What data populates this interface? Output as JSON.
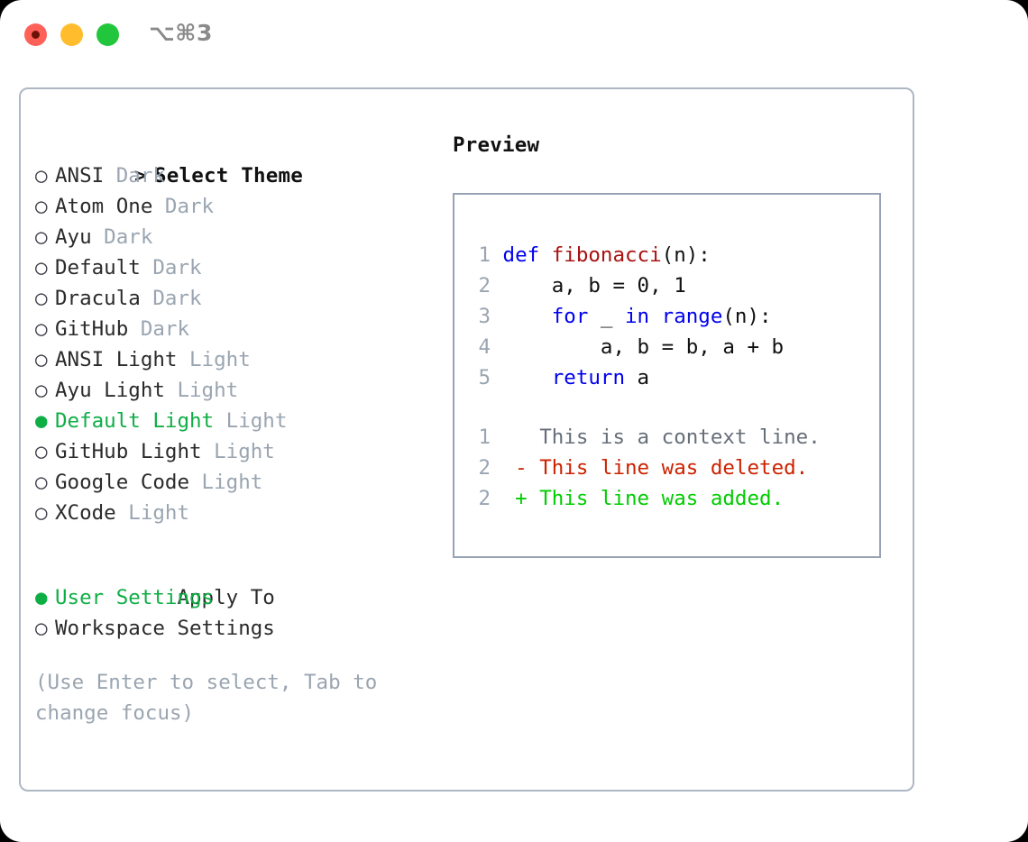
{
  "window": {
    "title": "⌥⌘3",
    "traffic_lights": [
      {
        "name": "close",
        "color": "#FF6159"
      },
      {
        "name": "minimize",
        "color": "#FFBD2E"
      },
      {
        "name": "maximize",
        "color": "#22C63C"
      }
    ]
  },
  "theme_section": {
    "heading": "Select Theme",
    "heading_prefix": ">",
    "bullet_unselected": "○",
    "bullet_selected": "●",
    "items": [
      {
        "label": "ANSI",
        "mode": "Dark",
        "selected": false
      },
      {
        "label": "Atom One",
        "mode": "Dark",
        "selected": false
      },
      {
        "label": "Ayu",
        "mode": "Dark",
        "selected": false
      },
      {
        "label": "Default",
        "mode": "Dark",
        "selected": false
      },
      {
        "label": "Dracula",
        "mode": "Dark",
        "selected": false
      },
      {
        "label": "GitHub",
        "mode": "Dark",
        "selected": false
      },
      {
        "label": "ANSI Light",
        "mode": "Light",
        "selected": false
      },
      {
        "label": "Ayu Light",
        "mode": "Light",
        "selected": false
      },
      {
        "label": "Default Light",
        "mode": "Light",
        "selected": true
      },
      {
        "label": "GitHub Light",
        "mode": "Light",
        "selected": false
      },
      {
        "label": "Google Code",
        "mode": "Light",
        "selected": false
      },
      {
        "label": "XCode",
        "mode": "Light",
        "selected": false
      }
    ]
  },
  "apply_section": {
    "heading": "Apply To",
    "items": [
      {
        "label": "User Settings",
        "selected": true
      },
      {
        "label": "Workspace Settings",
        "selected": false
      }
    ]
  },
  "hint": "(Use Enter to select, Tab to change focus)",
  "preview": {
    "title": "Preview",
    "code_lines": [
      {
        "num": "1",
        "tokens": [
          {
            "t": "def ",
            "c": "kw"
          },
          {
            "t": "fibonacci",
            "c": "fn"
          },
          {
            "t": "(n):",
            "c": "plain"
          }
        ]
      },
      {
        "num": "2",
        "tokens": [
          {
            "t": "    a, b = 0, 1",
            "c": "plain"
          }
        ]
      },
      {
        "num": "3",
        "tokens": [
          {
            "t": "    ",
            "c": "plain"
          },
          {
            "t": "for",
            "c": "kw"
          },
          {
            "t": " _ ",
            "c": "plain"
          },
          {
            "t": "in",
            "c": "kw"
          },
          {
            "t": " ",
            "c": "plain"
          },
          {
            "t": "range",
            "c": "kw"
          },
          {
            "t": "(n):",
            "c": "plain"
          }
        ]
      },
      {
        "num": "4",
        "tokens": [
          {
            "t": "        a, b = b, a + b",
            "c": "plain"
          }
        ]
      },
      {
        "num": "5",
        "tokens": [
          {
            "t": "    ",
            "c": "plain"
          },
          {
            "t": "return",
            "c": "kw"
          },
          {
            "t": " a",
            "c": "plain"
          }
        ]
      }
    ],
    "diff_lines": [
      {
        "num": "1",
        "marker": " ",
        "text": "This is a context line.",
        "kind": "context"
      },
      {
        "num": "2",
        "marker": "-",
        "text": "This line was deleted.",
        "kind": "deleted"
      },
      {
        "num": "2",
        "marker": "+",
        "text": "This line was added.",
        "kind": "added"
      }
    ]
  },
  "colors": {
    "accent_green": "#0FAE45",
    "diff_added": "#00CC00",
    "diff_deleted": "#CC2200",
    "keyword_blue": "#0000EE",
    "function_red": "#AA1111",
    "muted_grey": "#9AA5B1",
    "border": "#AEB7C4"
  }
}
